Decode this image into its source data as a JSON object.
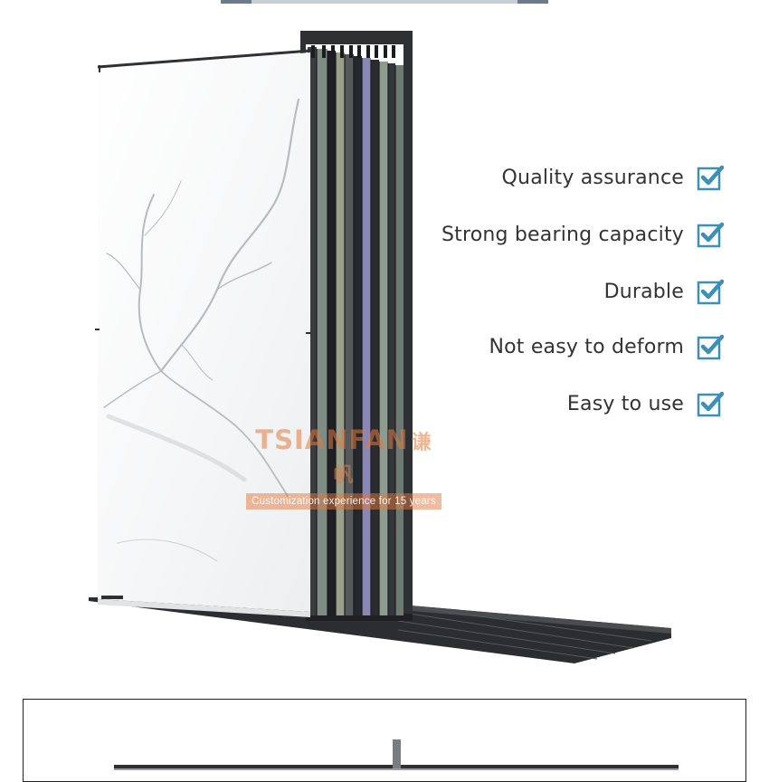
{
  "features": [
    {
      "label": "Quality assurance",
      "icon": "checkbox-checked-icon"
    },
    {
      "label": "Strong bearing capacity",
      "icon": "checkbox-checked-icon"
    },
    {
      "label": "Durable",
      "icon": "checkbox-checked-icon"
    },
    {
      "label": "Not easy to deform",
      "icon": "checkbox-checked-icon"
    },
    {
      "label": "Easy to use",
      "icon": "checkbox-checked-icon"
    }
  ],
  "watermark": {
    "brand": "TSIANFAN",
    "brand_cn": "谦帆",
    "tagline": "Customization experience for 15 years"
  },
  "colors": {
    "check_blue": "#3c8fb6",
    "rack_dark": "#2e3033",
    "watermark_orange": "#e27a40"
  }
}
